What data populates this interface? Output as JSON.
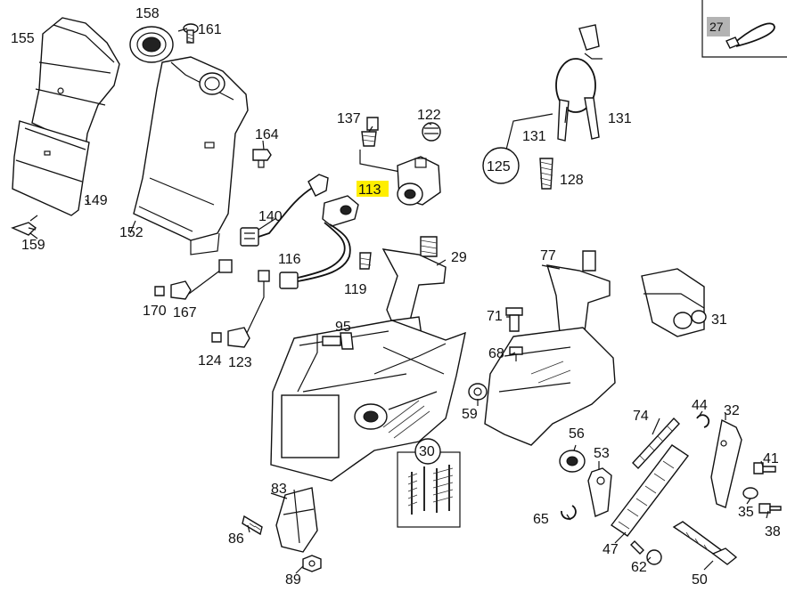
{
  "inset": {
    "label": "27",
    "badge_color": "#b3b3b3"
  },
  "highlight": {
    "label": "113",
    "color": "#ffee00"
  },
  "labels": {
    "l155": "155",
    "l158": "158",
    "l161": "161",
    "l164": "164",
    "l149": "149",
    "l152": "152",
    "l159": "159",
    "l140": "140",
    "l137": "137",
    "l122": "122",
    "l131a": "131",
    "l131b": "131",
    "l125": "125",
    "l128": "128",
    "l29": "29",
    "l116": "116",
    "l119": "119",
    "l170": "170",
    "l167": "167",
    "l124": "124",
    "l123": "123",
    "l95": "95",
    "l77": "77",
    "l71": "71",
    "l68": "68",
    "l31": "31",
    "l59": "59",
    "l30": "30",
    "l83": "83",
    "l86": "86",
    "l89": "89",
    "l56": "56",
    "l74": "74",
    "l44": "44",
    "l32": "32",
    "l53": "53",
    "l41": "41",
    "l65": "65",
    "l35": "35",
    "l38": "38",
    "l47": "47",
    "l62": "62",
    "l50": "50"
  }
}
